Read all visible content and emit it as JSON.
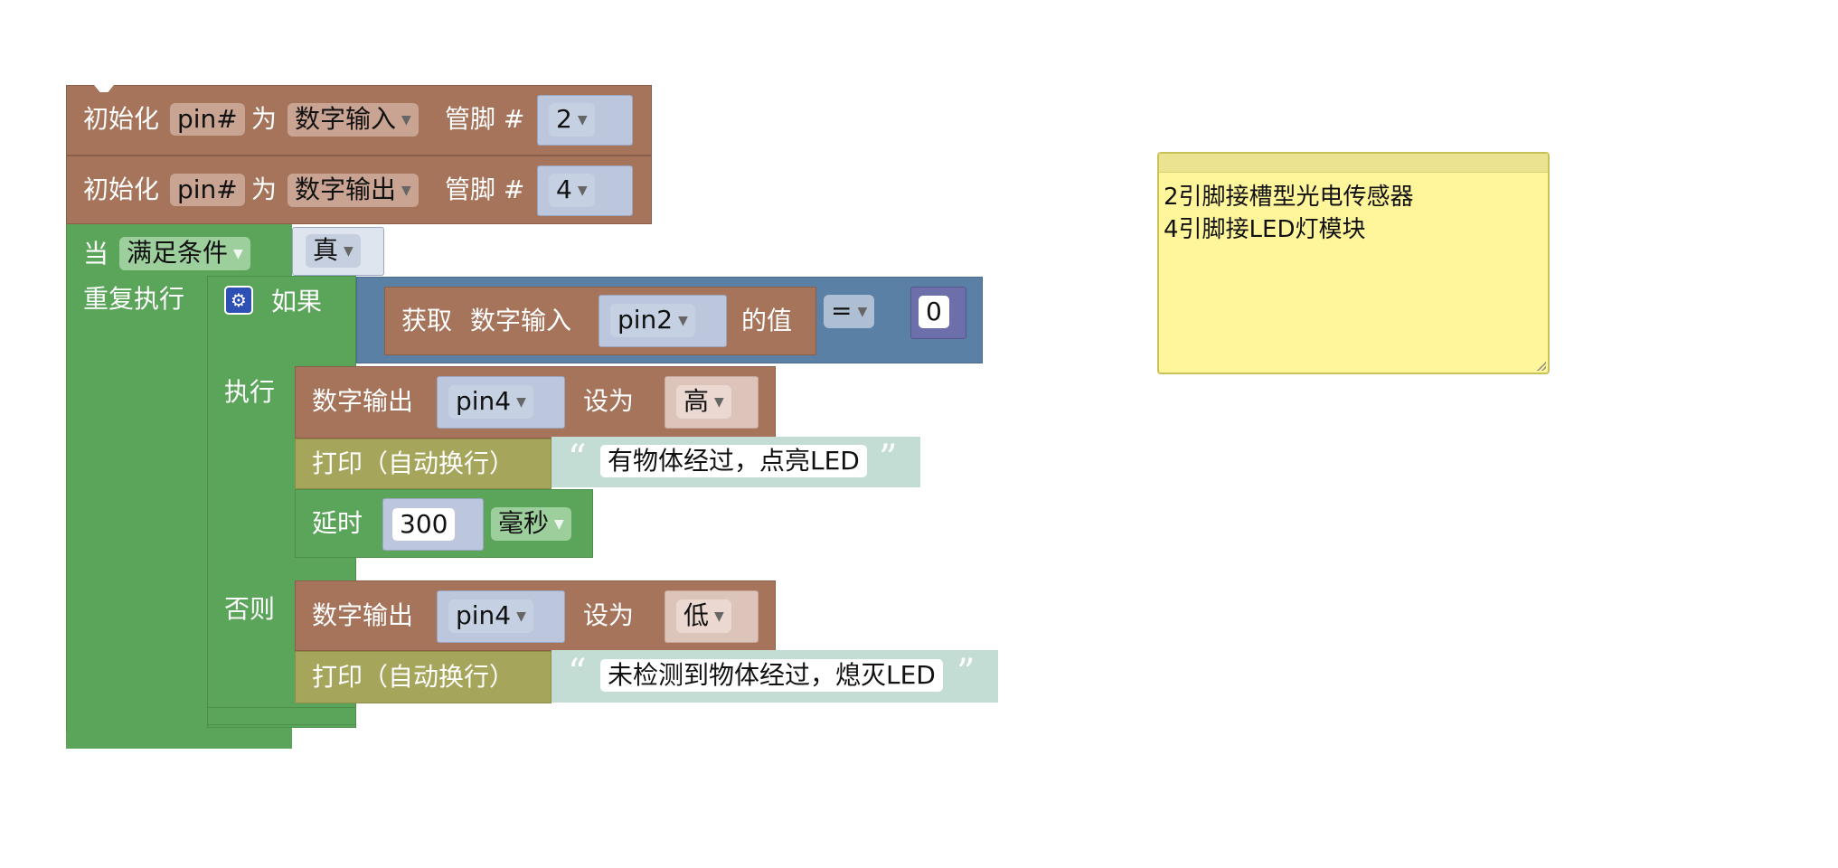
{
  "blocks": {
    "init1": {
      "label": "初始化",
      "var": "pin#",
      "as": "为",
      "mode": "数字输入",
      "pin_label": "管脚 #",
      "pin": "2"
    },
    "init2": {
      "label": "初始化",
      "var": "pin#",
      "as": "为",
      "mode": "数字输出",
      "pin_label": "管脚 #",
      "pin": "4"
    },
    "while": {
      "label": "当",
      "mode": "满足条件",
      "cond": "真",
      "repeat": "重复执行"
    },
    "if": {
      "if_label": "如果",
      "get_label": "获取",
      "read_mode": "数字输入",
      "read_pin": "pin2",
      "value_label": "的值",
      "op": "=",
      "compare": "0",
      "do_label": "执行",
      "else_label": "否则"
    },
    "do": {
      "write_label": "数字输出",
      "write_pin": "pin4",
      "set_label": "设为",
      "write_value": "高",
      "print_label": "打印（自动换行）",
      "print_text": "有物体经过，点亮LED",
      "delay_label": "延时",
      "delay_value": "300",
      "delay_unit": "毫秒"
    },
    "else": {
      "write_label": "数字输出",
      "write_pin": "pin4",
      "set_label": "设为",
      "write_value": "低",
      "print_label": "打印（自动换行）",
      "print_text": "未检测到物体经过，熄灭LED"
    }
  },
  "comment": {
    "line1": "2引脚接槽型光电传感器",
    "line2": "4引脚接LED灯模块"
  },
  "icons": {
    "mutator": "gear-icon",
    "dropdown": "dropdown-arrow-icon"
  },
  "colors": {
    "io": "#a5745b",
    "loop": "#5ba55b",
    "logic": "#5b80a5",
    "text": "#a5a55b",
    "note": "#fff59a"
  }
}
